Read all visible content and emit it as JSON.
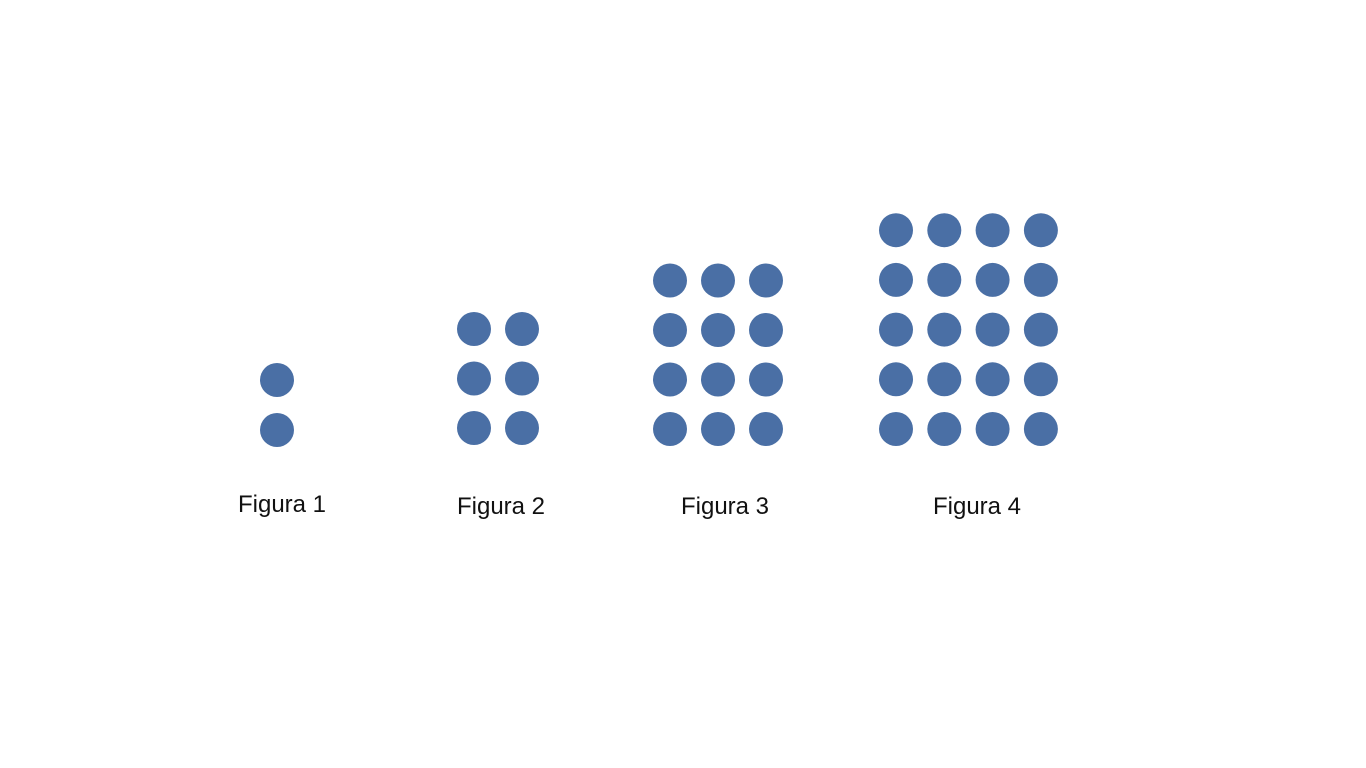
{
  "dot_color": "#4a6fa5",
  "figures": [
    {
      "label": "Figura 1",
      "columns": 1,
      "rows": 2
    },
    {
      "label": "Figura 2",
      "columns": 2,
      "rows": 3
    },
    {
      "label": "Figura 3",
      "columns": 3,
      "rows": 4
    },
    {
      "label": "Figura 4",
      "columns": 4,
      "rows": 5
    }
  ]
}
